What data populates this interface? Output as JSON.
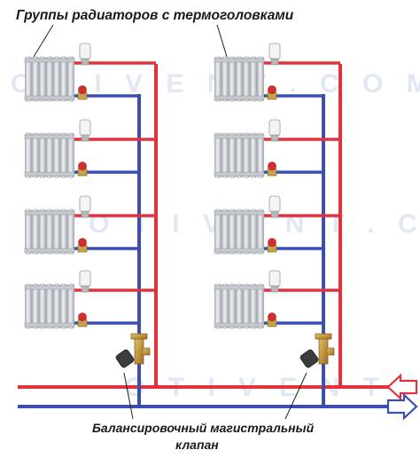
{
  "labels": {
    "top": "Группы радиаторов с термоголовками",
    "bottom_line1": "Балансировочный магистральный",
    "bottom_line2": "клапан"
  },
  "watermark": {
    "text_1": "O T I V E N T . C O M",
    "text_2": "O T I V E N T . C O M",
    "text_3": "O T I V E N T . C O M"
  },
  "colors": {
    "supply": "#e3323b",
    "return": "#3b4fb0",
    "radiator": "#d9dde2",
    "valve_red": "#d92b2b",
    "valve_brass": "#c99a3a",
    "arrow_supply_fill": "#ffffff",
    "arrow_return_fill": "#ffffff"
  },
  "icons": {
    "radiator": "radiator-icon",
    "thermostatic_head": "thermostatic-head-icon",
    "shutoff_valve": "shutoff-valve-icon",
    "balancing_valve": "balancing-valve-icon",
    "flow_arrow": "flow-arrow-icon"
  },
  "diagram": {
    "risers": 2,
    "floors_per_riser": 4
  }
}
